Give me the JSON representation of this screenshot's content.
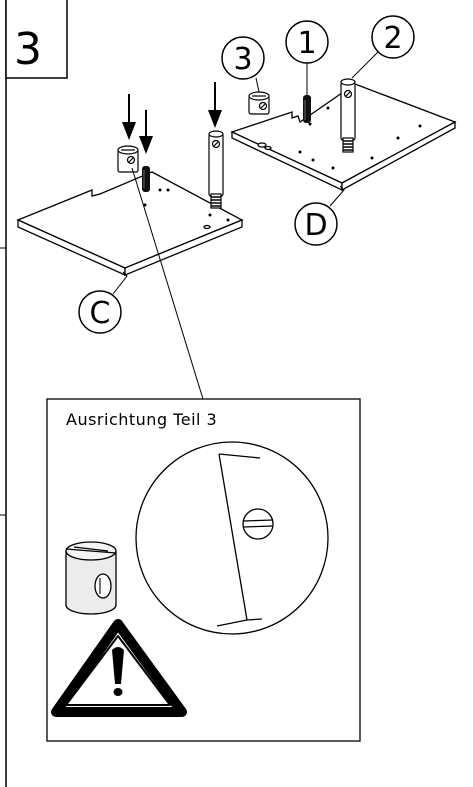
{
  "step": {
    "number": "3"
  },
  "callouts": {
    "part_1": "1",
    "part_2": "2",
    "part_3": "3",
    "panel_c": "C",
    "panel_d": "D"
  },
  "detail": {
    "title": "Ausrichtung Teil 3"
  },
  "icons": {
    "warning": "warning-triangle-icon",
    "cam_nut": "cam-nut-icon",
    "arrow": "arrow-down-icon"
  }
}
